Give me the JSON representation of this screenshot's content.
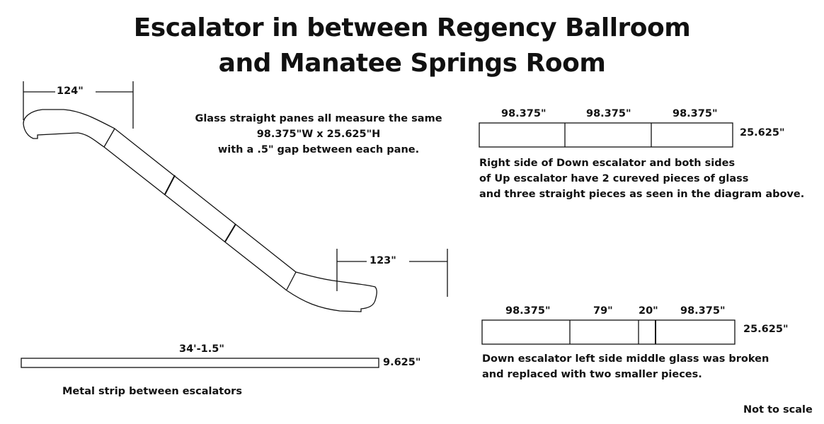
{
  "title_line1": "Escalator in between Regency Ballroom",
  "title_line2": "and Manatee Springs Room",
  "escalator": {
    "top_dim": "124\"",
    "bottom_dim": "123\"",
    "note_lines": [
      "Glass straight panes all measure the same",
      "98.375\"W x 25.625\"H",
      "with a .5\" gap between each pane."
    ]
  },
  "metal_strip": {
    "length": "34'-1.5\"",
    "height": "9.625\"",
    "caption": "Metal strip between escalators"
  },
  "panel_a": {
    "widths": [
      "98.375\"",
      "98.375\"",
      "98.375\""
    ],
    "height": "25.625\"",
    "note_lines": [
      "Right side of Down escalator and both sides",
      "of Up escalator have 2 cureved pieces of glass",
      "and three straight pieces as seen in the diagram above."
    ]
  },
  "panel_b": {
    "widths": [
      "98.375\"",
      "79\"",
      "20\"",
      "98.375\""
    ],
    "height": "25.625\"",
    "note_lines": [
      "Down escalator left side middle glass was broken",
      "and replaced with two smaller pieces."
    ]
  },
  "footer": "Not to scale"
}
